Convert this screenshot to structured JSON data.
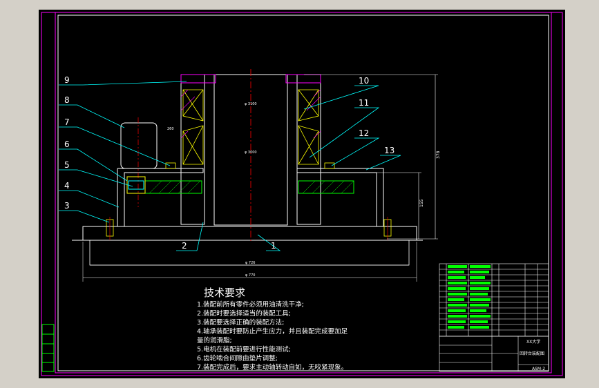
{
  "colors": {
    "bg": "#d4d0c8",
    "sheet": "#000000",
    "frame": "#ff00ff",
    "outline": "#ffffff",
    "cyan": "#00ffff",
    "green": "#00ff00",
    "yellow": "#ffff00",
    "red": "#ff0000",
    "hatch": "#ff00ff"
  },
  "balloons": {
    "left": [
      "9",
      "8",
      "7",
      "6",
      "5",
      "4",
      "3"
    ],
    "right": [
      "10",
      "11",
      "12",
      "13"
    ],
    "bottom": [
      "2",
      "1"
    ]
  },
  "dimensions": {
    "d1": "φ 3100",
    "d2": "φ 3000",
    "d3": "φ 726",
    "d4": "φ 770",
    "h1": "378",
    "h2": "155",
    "small": "260"
  },
  "notes": {
    "title": "技术要求",
    "lines": [
      "1.装配前所有零件必须用油清洗干净;",
      "2.装配时要选择适当的装配工具;",
      "3.装配要选择正确的装配方法;",
      "4.轴承装配时要防止产生应力，并且装配完成要加足",
      "量的润滑脂;",
      "5.电机在装配前要进行性能测试;",
      "6.齿轮啮合间隙由垫片调整;",
      "7.装配完成后，要求主动轴转动自如，无咬紧现象。"
    ]
  },
  "titleblock": {
    "company": "XX大学",
    "drawing_name": "回转台装配图",
    "drawing_no": "ASM-2"
  }
}
